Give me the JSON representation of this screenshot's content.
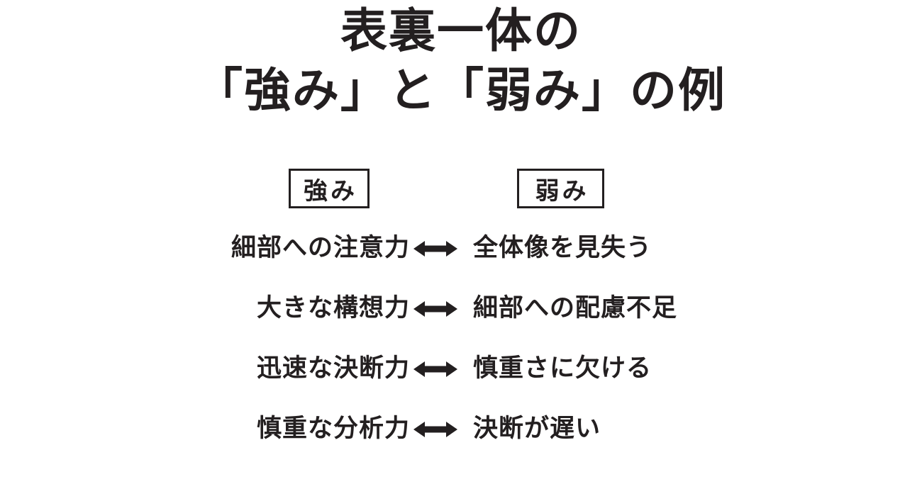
{
  "title": {
    "line1": "表裏一体の",
    "line2": "「強み」と「弱み」の例"
  },
  "columns": {
    "strength_label": "強み",
    "weakness_label": "弱み"
  },
  "rows": [
    {
      "strength": "細部への注意力",
      "weakness": "全体像を見失う"
    },
    {
      "strength": "大きな構想力",
      "weakness": "細部への配慮不足"
    },
    {
      "strength": "迅速な決断力",
      "weakness": "慎重さに欠ける"
    },
    {
      "strength": "慎重な分析力",
      "weakness": "決断が遅い"
    }
  ],
  "icons": {
    "row_connector": "left-right-double-arrow-icon"
  },
  "colors": {
    "text": "#231f20",
    "background": "#ffffff"
  }
}
